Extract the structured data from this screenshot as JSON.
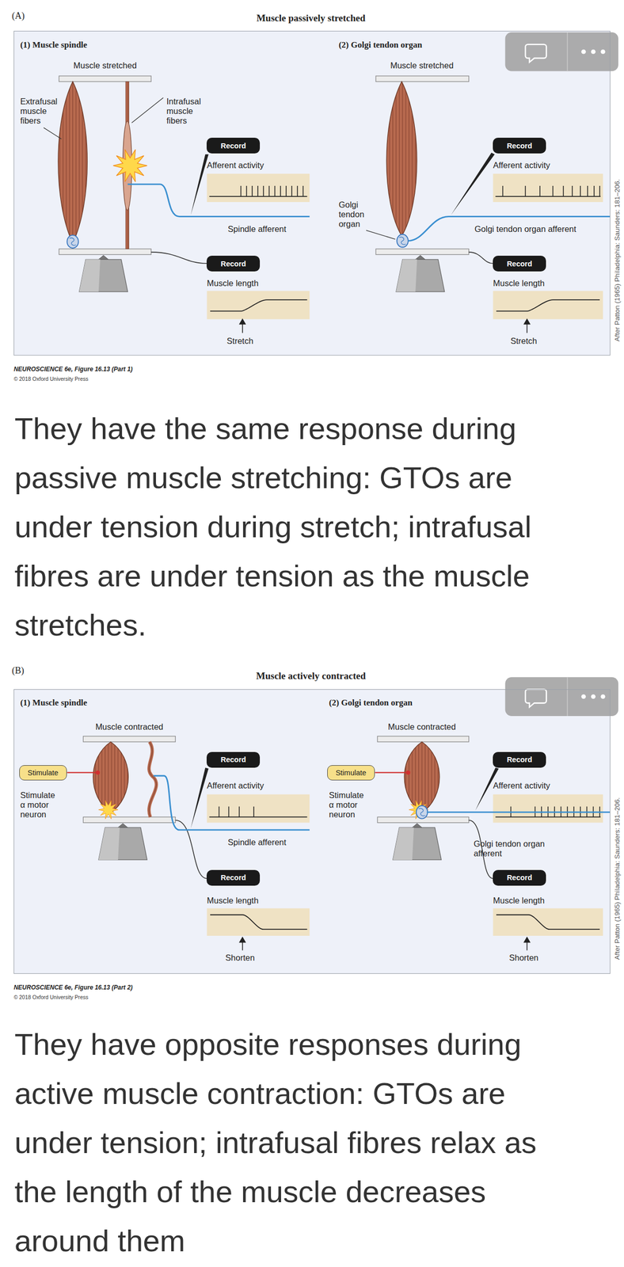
{
  "diagram": {
    "nodes": [
      {
        "text": [
          "(A)",
          "Muscle passively stretched"
        ]
      },
      {
        "text": [
          "Record"
        ],
        "in": 0
      },
      {
        "text": [
          "Record"
        ],
        "in": 0
      },
      {
        "text": [
          "Record"
        ],
        "in": 0
      },
      {
        "text": [
          "Record"
        ],
        "in": 0
      },
      {
        "text": [
          "(B)",
          "Muscle actively contracted"
        ]
      },
      {
        "text": [
          "Stimulate"
        ],
        "in": 5
      },
      {
        "text": [
          "Record"
        ],
        "in": 5
      },
      {
        "text": [
          "Record"
        ],
        "in": 5
      },
      {
        "text": [
          "Stimulate"
        ],
        "in": 5
      },
      {
        "text": [
          "Record"
        ],
        "in": 5
      },
      {
        "text": [
          "Record"
        ],
        "in": 5
      }
    ],
    "labels": [
      "(1) Muscle spindle",
      "Muscle stretched",
      "Extrafusal muscle fibers",
      "Intrafusal muscle fibers",
      "Afferent activity",
      "Spindle afferent",
      "Muscle length",
      "Stretch",
      "(2) Golgi tendon organ",
      "Muscle stretched",
      "Golgi tendon organ",
      "Afferent activity",
      "Golgi tendon organ afferent",
      "Muscle length",
      "Stretch",
      "After Patton (1965) Philadelphia: Saunders: 181–206.",
      "NEUROSCIENCE 6e, Figure 16.13 (Part 1)",
      "© 2018 Oxford University Press",
      "They have the same response during passive muscle stretching: GTOs are under tension during stretch; intrafusal fibres are under tension as the muscle stretches.",
      "(1) Muscle spindle",
      "Muscle contracted",
      "Stimulate α motor neuron",
      "Afferent activity",
      "Spindle afferent",
      "Muscle length",
      "Shorten",
      "(2) Golgi tendon organ",
      "Muscle contracted",
      "Stimulate α motor neuron",
      "Afferent activity",
      "Golgi tendon organ afferent",
      "Muscle length",
      "Shorten",
      "After Patton (1965) Philadelphia: Saunders: 181–206.",
      "NEUROSCIENCE 6e, Figure 16.13 (Part 2)",
      "© 2018 Oxford University Press",
      "They have opposite responses during active muscle contraction: GTOs are under tension; intrafusal fibres relax as the length of the muscle decreases around them"
    ]
  }
}
